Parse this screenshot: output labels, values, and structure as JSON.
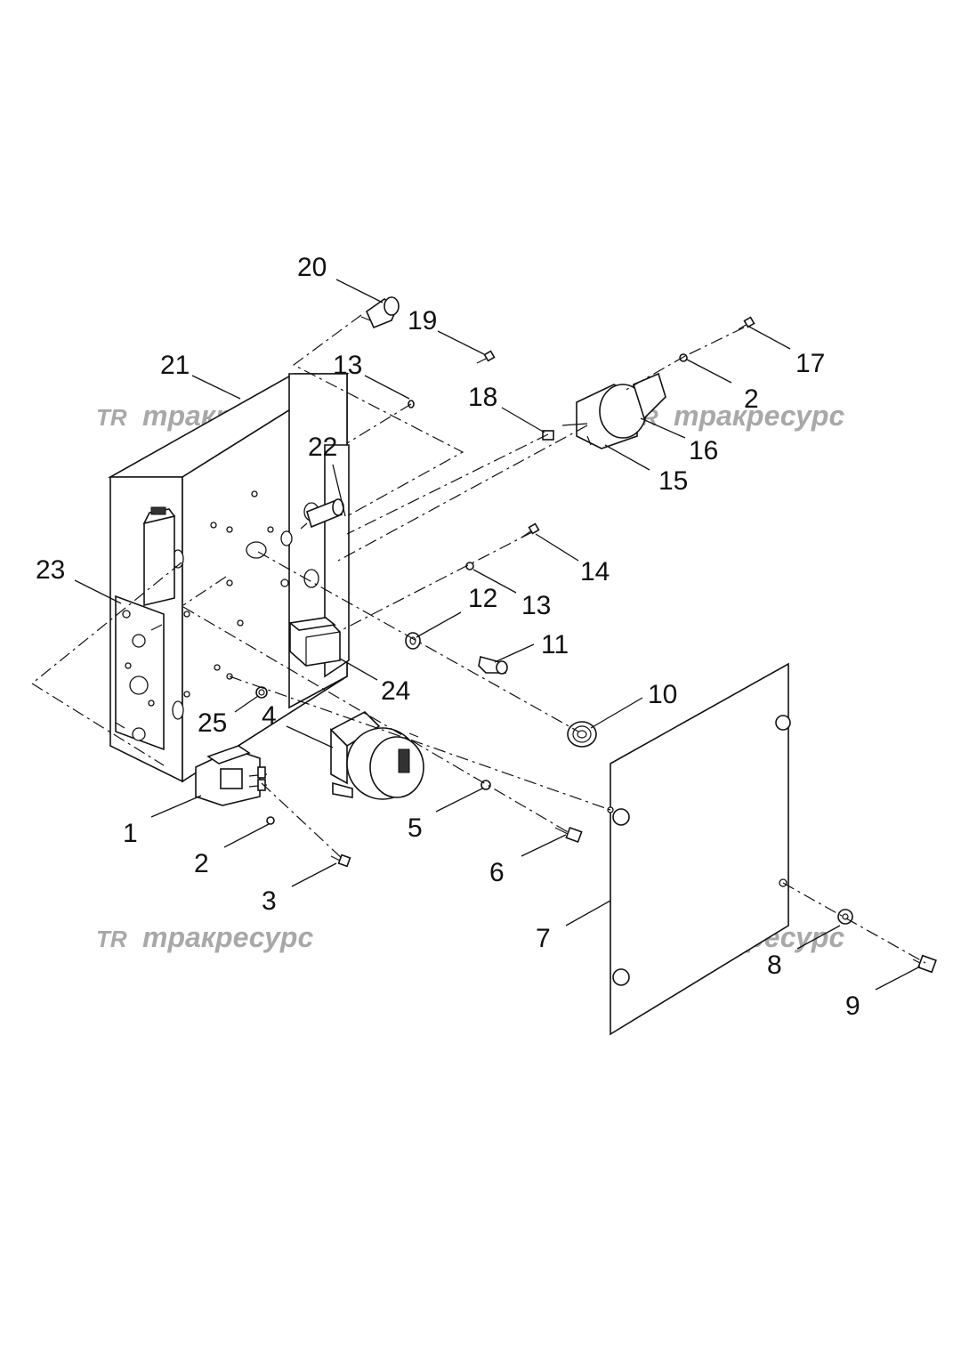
{
  "watermark": {
    "logo": "TR",
    "text": "тракресурс"
  },
  "callouts": [
    "1",
    "2",
    "3",
    "4",
    "5",
    "6",
    "7",
    "8",
    "9",
    "10",
    "11",
    "12",
    "13",
    "14",
    "15",
    "16",
    "17",
    "18",
    "19",
    "20",
    "21",
    "22",
    "23",
    "24",
    "25",
    "2",
    "13"
  ]
}
